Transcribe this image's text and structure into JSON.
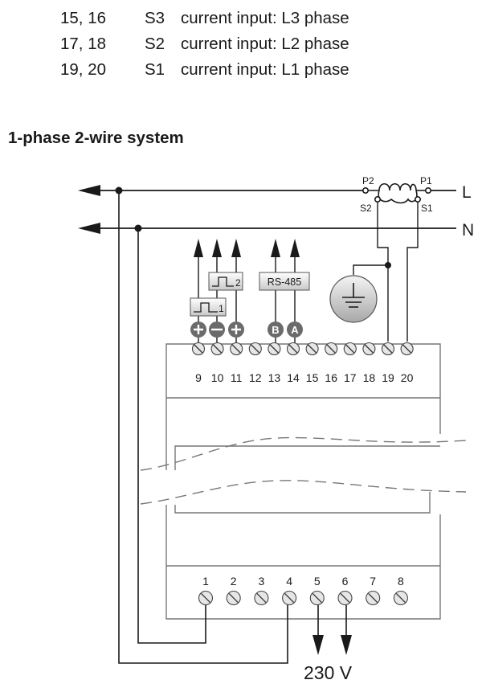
{
  "legend": [
    {
      "terminals": "15, 16",
      "code": "S3",
      "desc": "current input: L3 phase"
    },
    {
      "terminals": "17, 18",
      "code": "S2",
      "desc": "current input: L2 phase"
    },
    {
      "terminals": "19, 20",
      "code": "S1",
      "desc": "current input: L1 phase"
    }
  ],
  "heading": "1-phase 2-wire system",
  "lines": {
    "l": "L",
    "n": "N"
  },
  "ct": {
    "p2": "P2",
    "p1": "P1",
    "s2": "S2",
    "s1": "S1"
  },
  "pulse1": "1",
  "pulse2": "2",
  "rs485": "RS-485",
  "bus": {
    "b": "B",
    "a": "A"
  },
  "top_terminals": [
    "9",
    "10",
    "11",
    "12",
    "13",
    "14",
    "15",
    "16",
    "17",
    "18",
    "19",
    "20"
  ],
  "bottom_terminals": [
    "1",
    "2",
    "3",
    "4",
    "5",
    "6",
    "7",
    "8"
  ],
  "supply": "230 V",
  "colors": {
    "line": "#1a1a1a",
    "device": "#777777",
    "terminal_fill": "#e6e6e6",
    "badge": "#6b6b6b"
  }
}
